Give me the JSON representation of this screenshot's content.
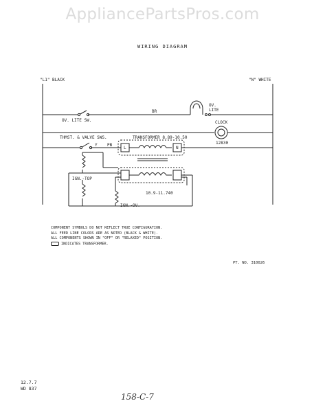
{
  "watermark": "AppliancePartsPros.com",
  "title": "WIRING DIAGRAM",
  "labels": {
    "l1": "\"L1\" BLACK",
    "n": "\"N\" WHITE",
    "br": "BR",
    "ov_lite": "OV.",
    "ov_lite2": "LITE",
    "ov_lite_sw": "OV. LITE SW.",
    "clock": "CLOCK",
    "clock_part": "12830",
    "thmst": "THMST. & VALVE SWS.",
    "transformer": "TRANSFORMER 8.89-10.50",
    "y": "Y",
    "pb": "PB",
    "l_terminal": "L",
    "n_terminal": "N",
    "ign_top": "IGN.-TOP",
    "ign_ov": "IGN.-OV.",
    "range": "10.9-11.740"
  },
  "notes": [
    "COMPONENT SYMBOLS DO NOT REFLECT TRUE CONFIGURATION.",
    "ALL FEED LINE COLORS ARE AS NOTED (BLACK & WHITE).",
    "ALL COMPONENTS SHOWN IN \"OFF\" OR \"RELAXED\" POSITION.",
    "INDICATES TRANSFORMER."
  ],
  "part_no": "PT. NO. 310026",
  "footer": [
    "12.7.7",
    "WD 837"
  ],
  "handwritten": "158-C-7"
}
